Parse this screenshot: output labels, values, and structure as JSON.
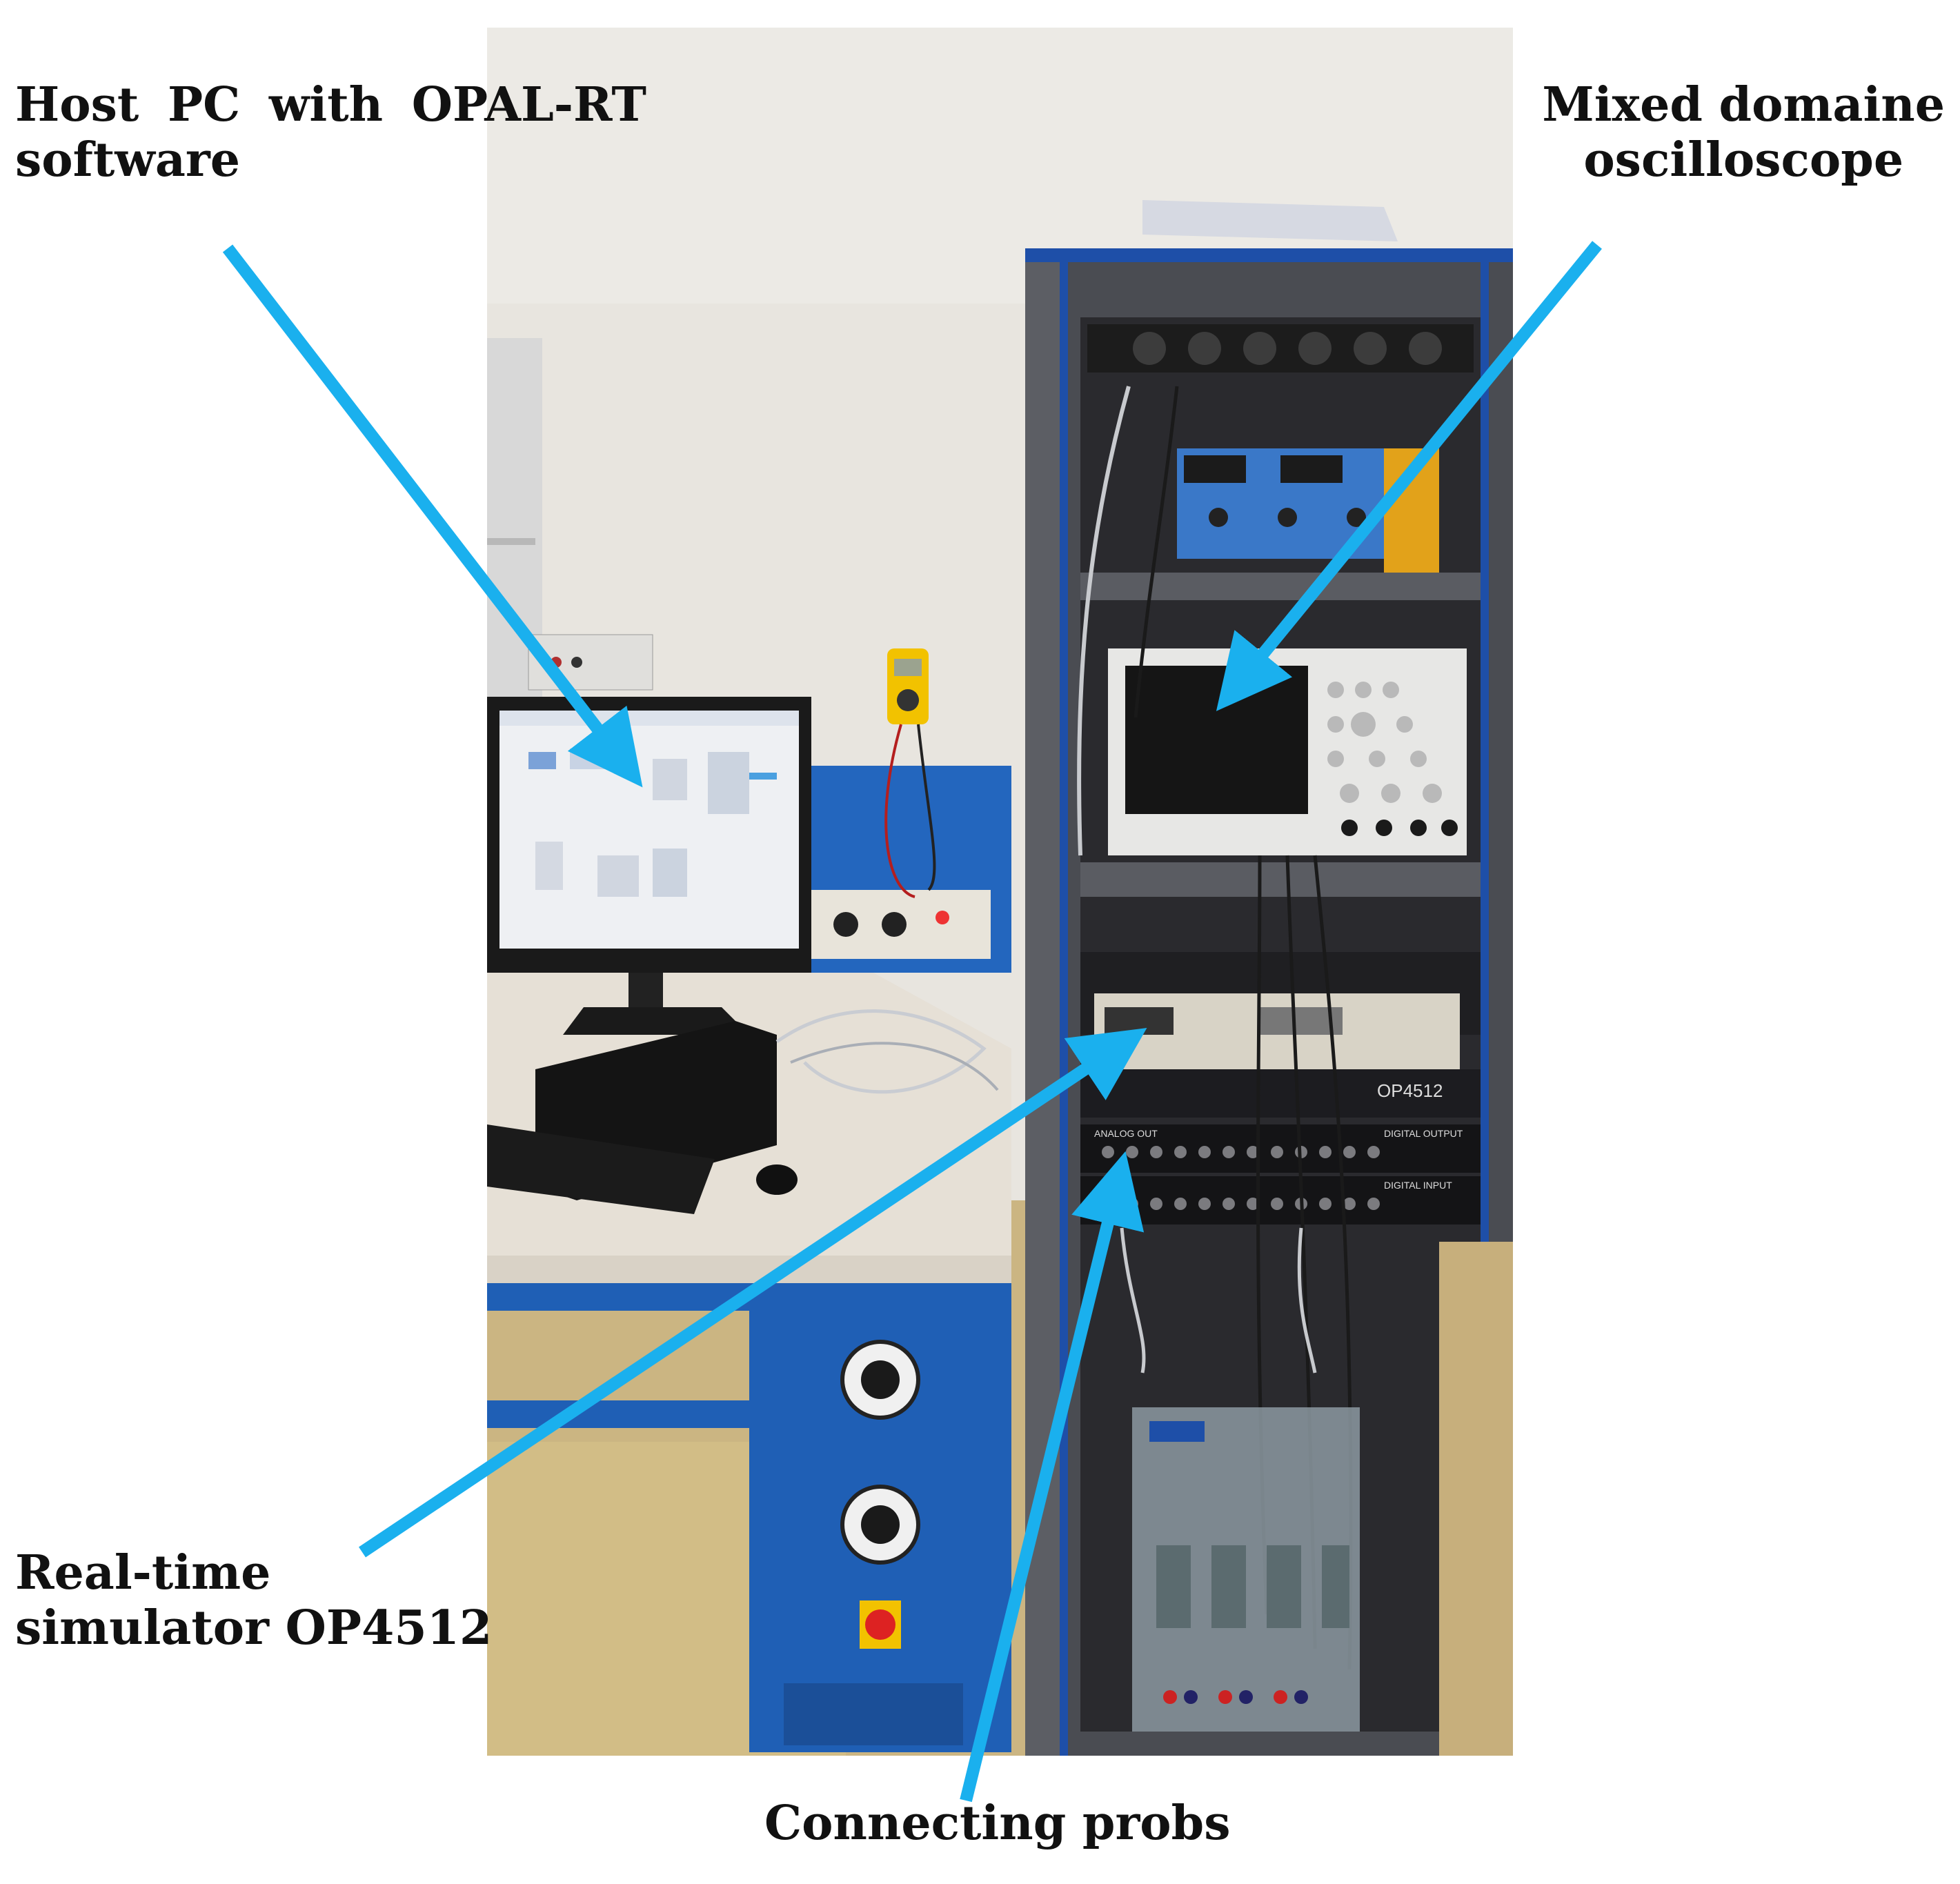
{
  "labels": {
    "host_pc": {
      "line1": "Host  PC  with  OPAL-RT",
      "line2": "software"
    },
    "oscilloscope": {
      "line1": "Mixed domaine",
      "line2": "oscilloscope"
    },
    "simulator": {
      "line1": "Real-time",
      "line2": "simulator OP4512"
    },
    "probes": {
      "line1": "Connecting probs"
    }
  },
  "equipment_text": {
    "simulator_model": "OP4512",
    "analog_out": "ANALOG OUT",
    "digital_input": "DIGITAL INPUT",
    "digital_output": "DIGITAL OUTPUT"
  },
  "colors": {
    "arrow": "#1AB0EE",
    "rack_blue": "#1E4FA8",
    "bench_blue": "#1F5FB5",
    "wall": "#E9E6E0",
    "floor": "#C9B27A",
    "label_text": "#111111"
  }
}
